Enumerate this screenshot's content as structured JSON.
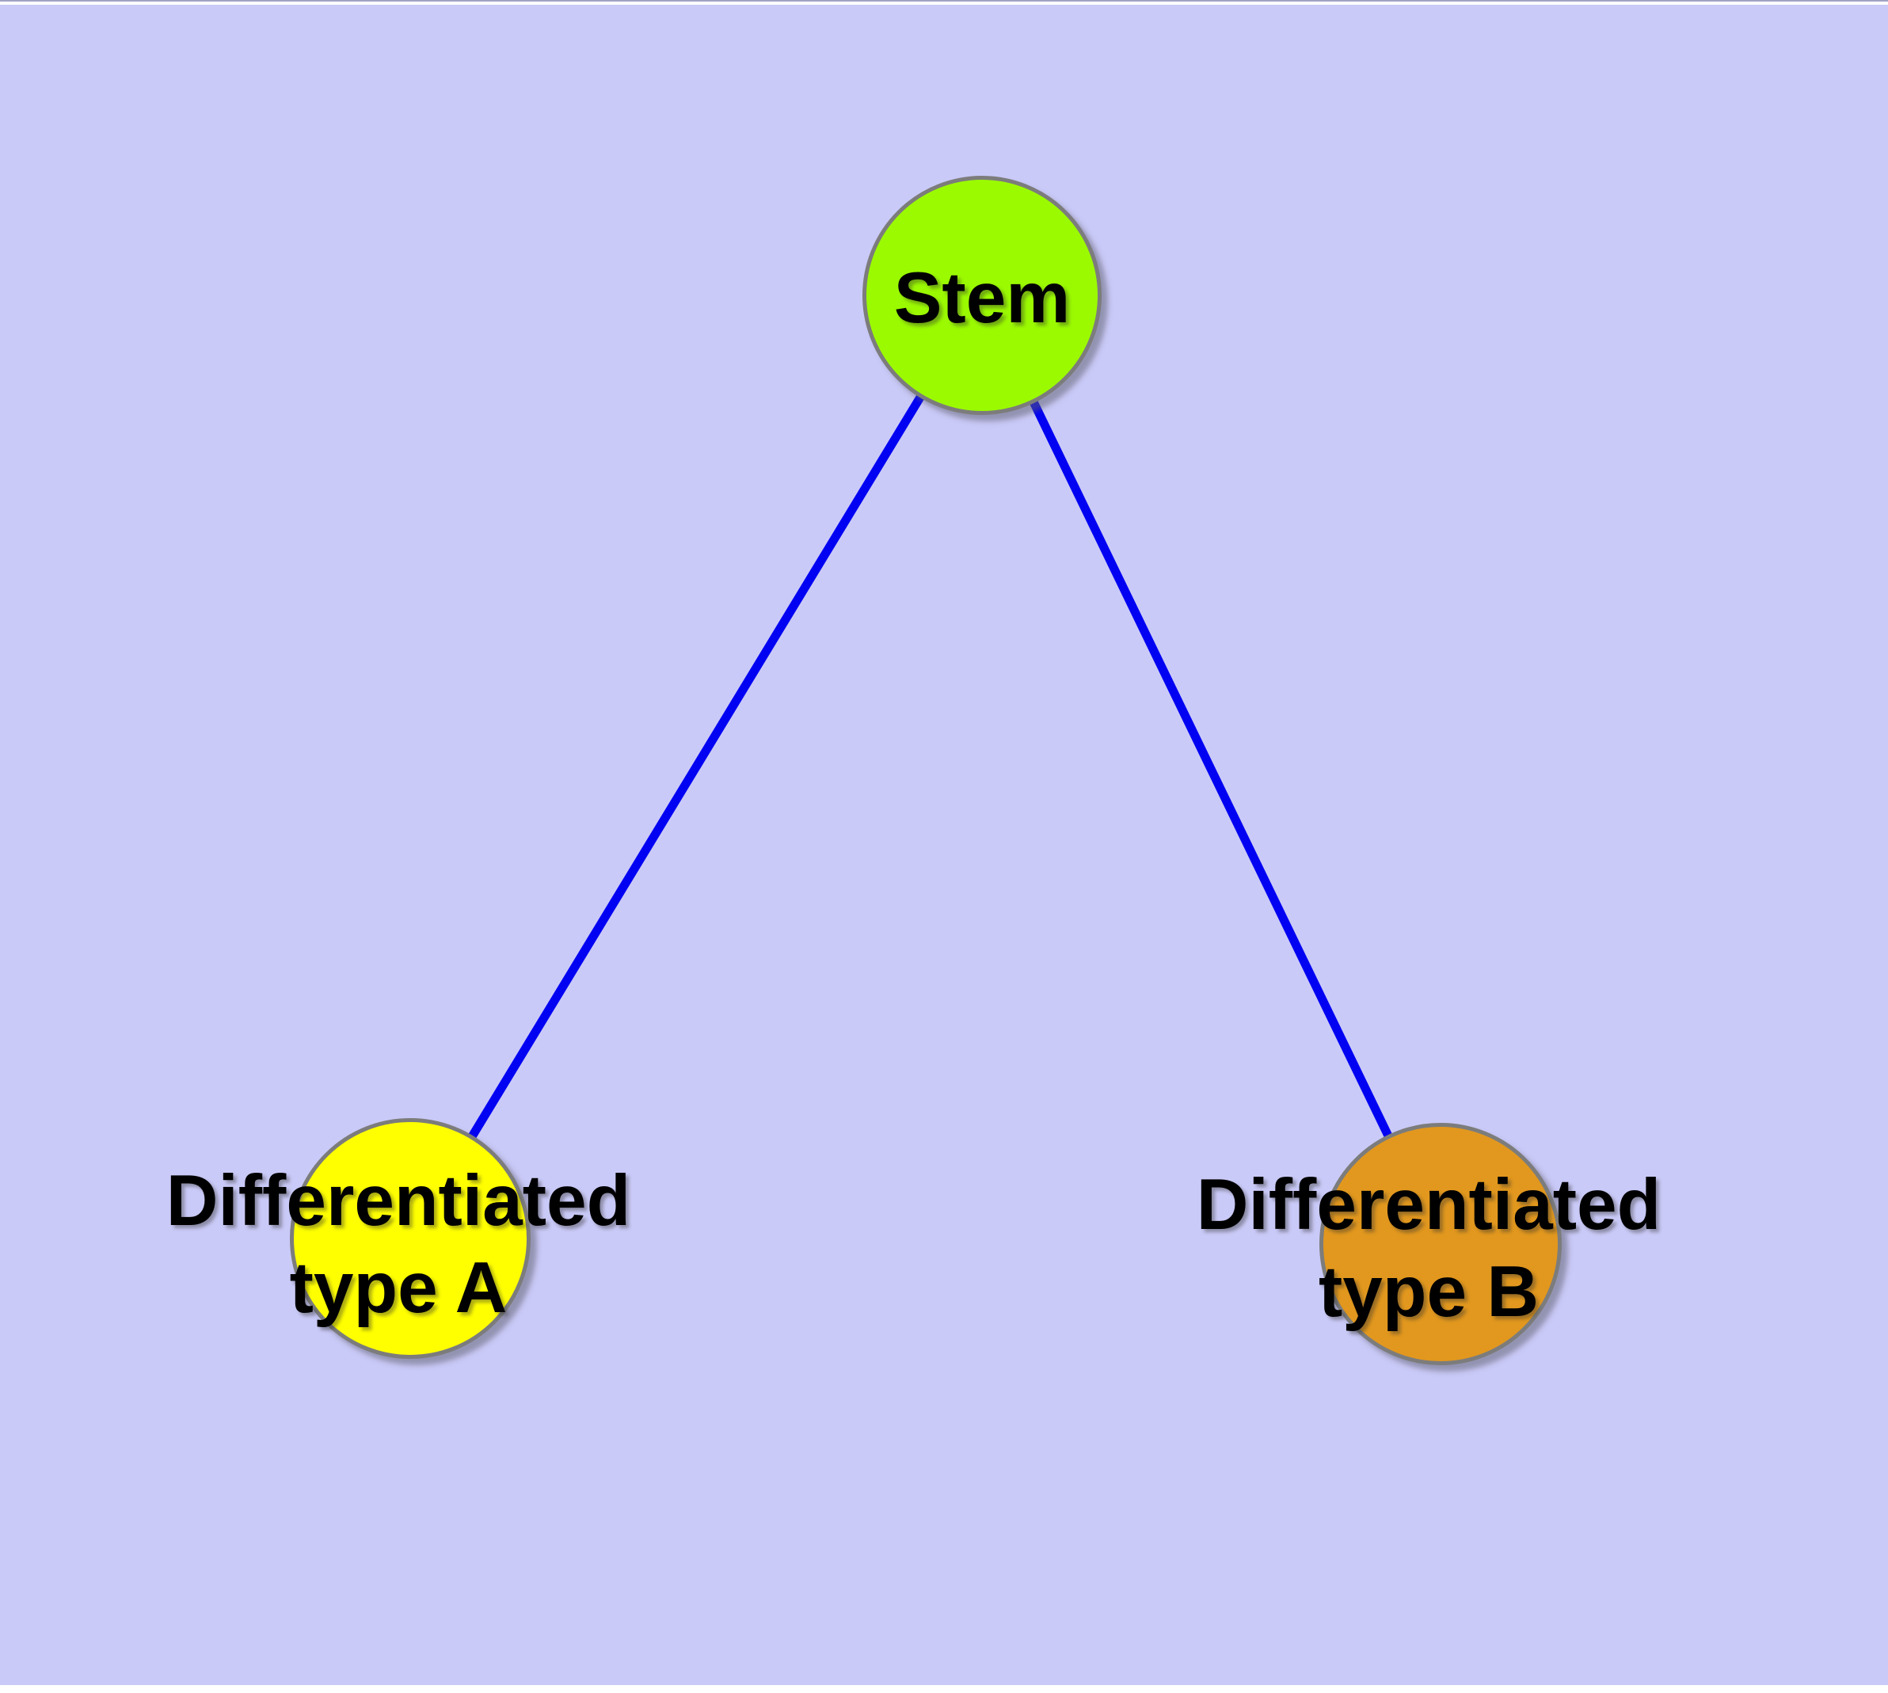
{
  "figure": {
    "type": "node-link-diagram",
    "background_color": "#CACAF8",
    "edge_color": "#0202F2",
    "node_border_color": "#7C7C7C",
    "label_color": "#000000",
    "nodes": [
      {
        "id": "stem",
        "label": "Stem",
        "fill": "#9BFA00"
      },
      {
        "id": "type-a",
        "line1": "Differentiated",
        "line2": "type A",
        "fill": "#FFFF00"
      },
      {
        "id": "type-b",
        "line1": "Differentiated",
        "line2": "type B",
        "fill": "#E2981E"
      }
    ],
    "edges": [
      {
        "from": "Stem",
        "to": "Differentiated type A"
      },
      {
        "from": "Stem",
        "to": "Differentiated type B"
      }
    ]
  }
}
